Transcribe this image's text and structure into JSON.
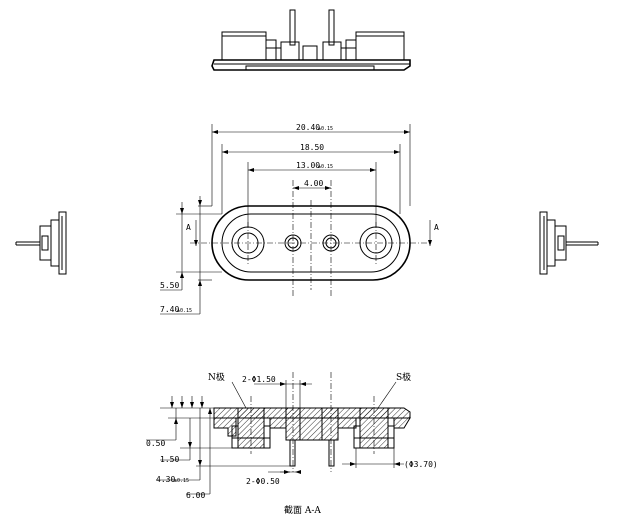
{
  "dimensions": {
    "overall_length": "20.40",
    "overall_length_tol": "±0.15",
    "outer_pitch": "18.50",
    "magnet_pitch": "13.00",
    "magnet_pitch_tol": "±0.15",
    "pin_pitch": "4.00",
    "inner_width": "5.50",
    "overall_width": "7.40",
    "overall_width_tol": "±0.15",
    "magnet_hole": "2-Φ1.50",
    "flange_thickness": "0.50",
    "body_height": "1.50",
    "total_height": "4.30",
    "total_height_tol": "±0.15",
    "pin_length": "6.00",
    "pin_diameter": "2-Φ0.50",
    "body_diameter": "(Φ3.70)"
  },
  "labels": {
    "section_mark": "A",
    "section_title": "截面  A-A",
    "n_pole": "N极",
    "s_pole": "S极"
  }
}
